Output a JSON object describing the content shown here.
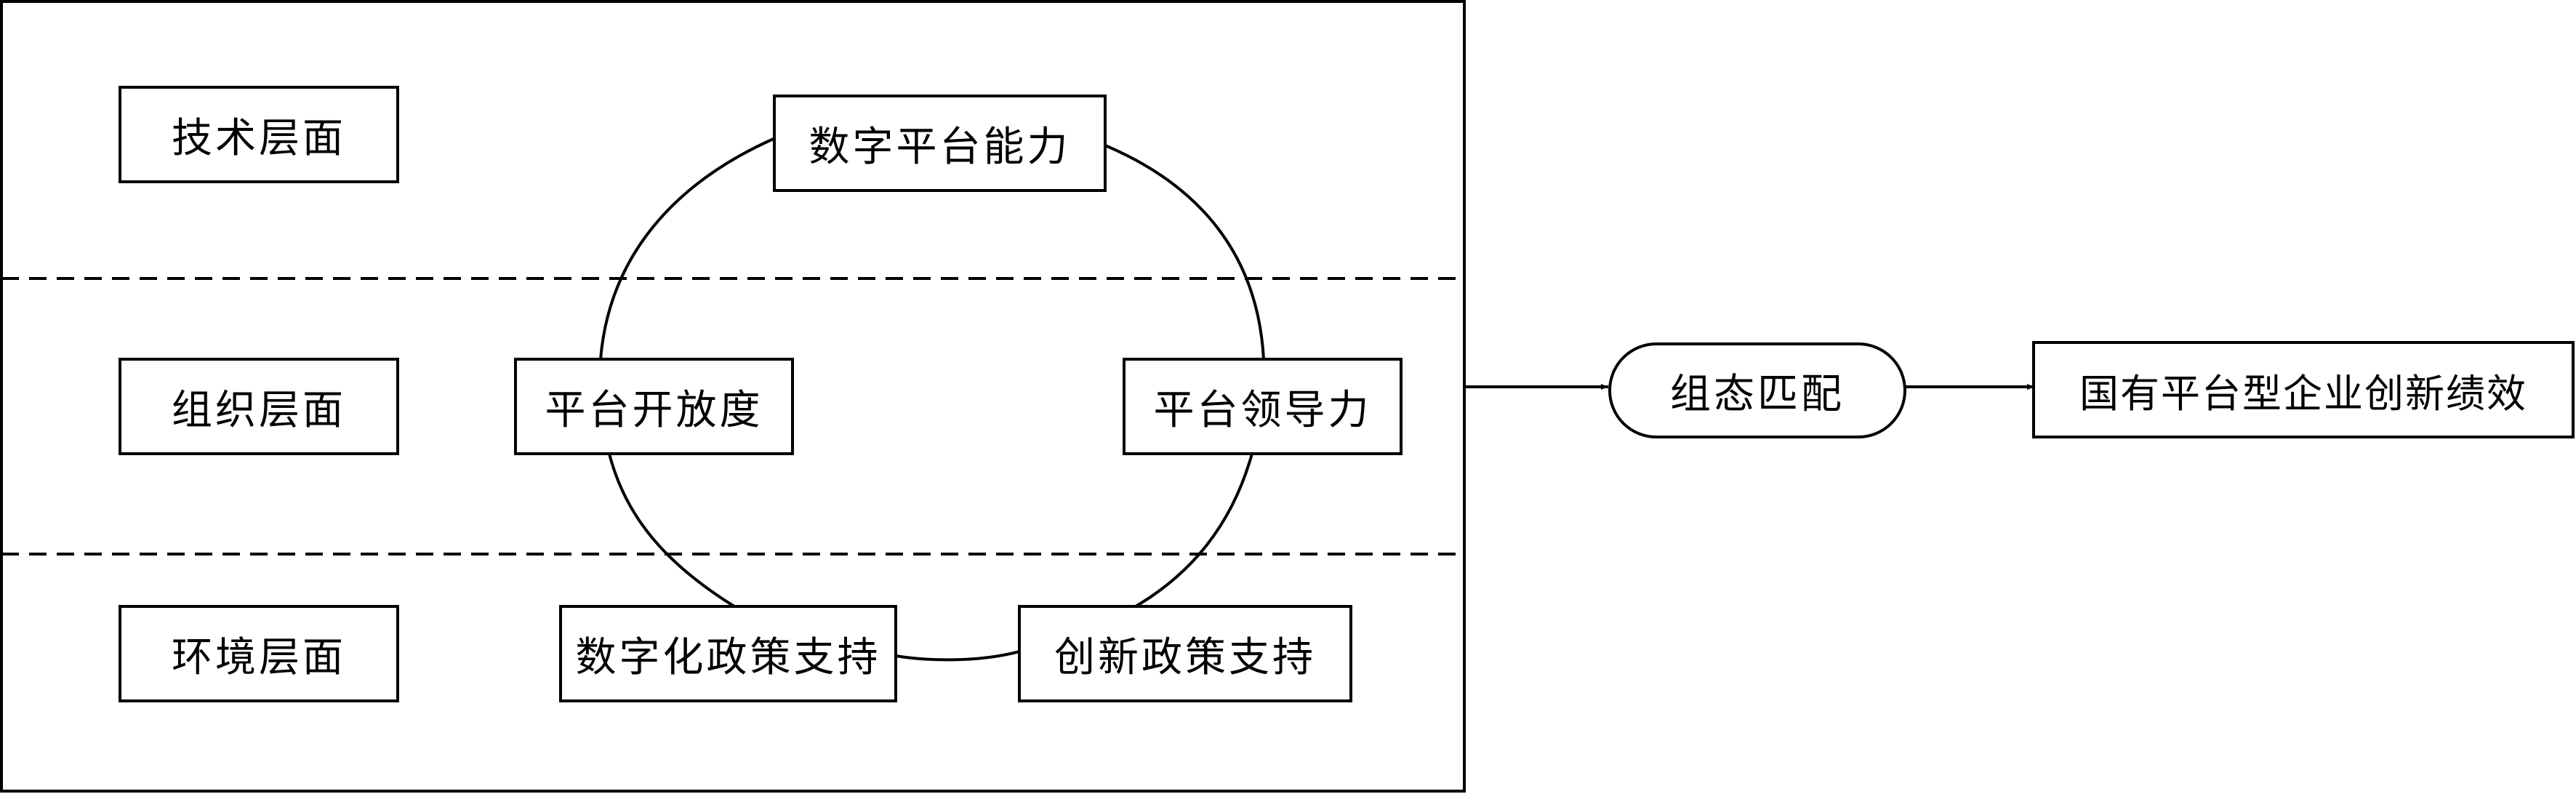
{
  "levels": {
    "technical": "技术层面",
    "organizational": "组织层面",
    "environmental": "环境层面"
  },
  "conditions": {
    "digital_platform_capability": "数字平台能力",
    "platform_openness": "平台开放度",
    "platform_leadership": "平台领导力",
    "digitalization_policy_support": "数字化政策支持",
    "innovation_policy_support": "创新政策支持"
  },
  "configuration": {
    "label": "组态匹配"
  },
  "outcome": {
    "label": "国有平台型企业创新绩效"
  }
}
